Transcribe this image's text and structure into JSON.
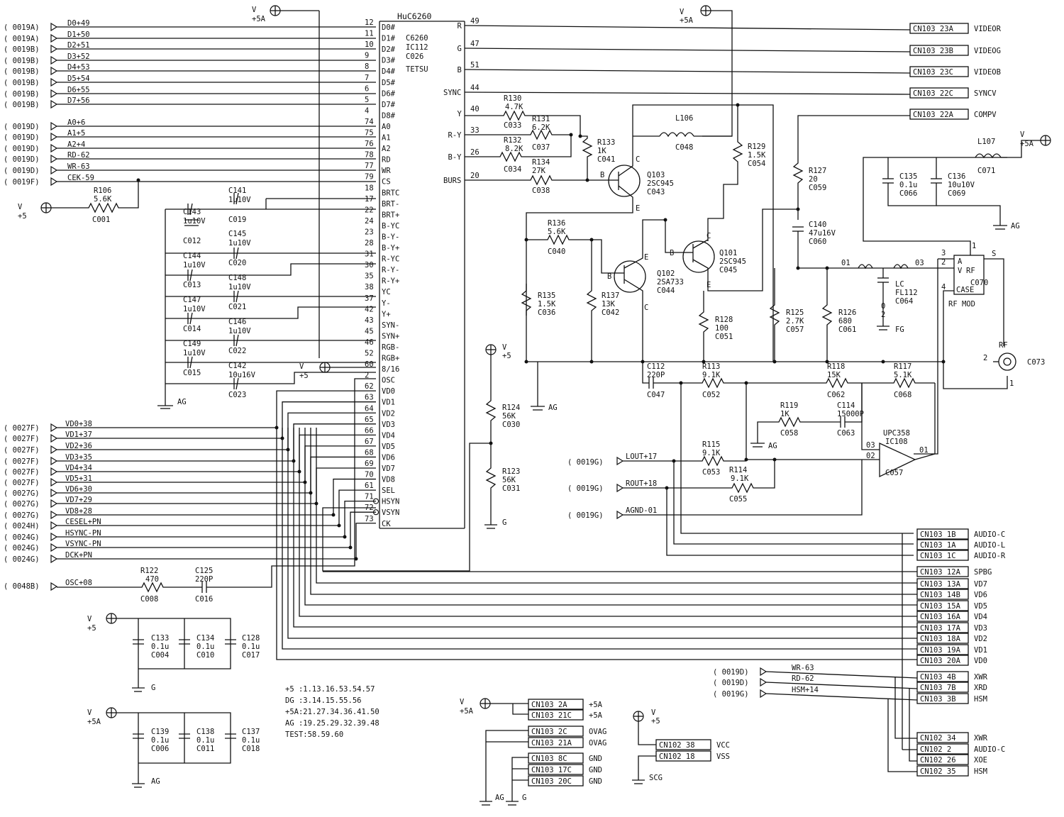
{
  "ic": {
    "title": "HuC6260",
    "names": [
      "C6260",
      "IC112",
      "C026"
    ],
    "tag": "TETSU",
    "left_pins": [
      {
        "num": "12",
        "name": "D0#"
      },
      {
        "num": "11",
        "name": "D1#"
      },
      {
        "num": "10",
        "name": "D2#"
      },
      {
        "num": "9",
        "name": "D3#"
      },
      {
        "num": "8",
        "name": "D4#"
      },
      {
        "num": "7",
        "name": "D5#"
      },
      {
        "num": "6",
        "name": "D6#"
      },
      {
        "num": "5",
        "name": "D7#"
      },
      {
        "num": "4",
        "name": "D8#"
      },
      {
        "num": "74",
        "name": "A0"
      },
      {
        "num": "75",
        "name": "A1"
      },
      {
        "num": "76",
        "name": "A2"
      },
      {
        "num": "78",
        "name": "RD"
      },
      {
        "num": "77",
        "name": "WR"
      },
      {
        "num": "79",
        "name": "CS"
      },
      {
        "num": "18",
        "name": "BRTC"
      },
      {
        "num": "17",
        "name": "BRT-"
      },
      {
        "num": "22",
        "name": "BRT+"
      },
      {
        "num": "24",
        "name": "B-YC"
      },
      {
        "num": "23",
        "name": "B-Y-"
      },
      {
        "num": "28",
        "name": "B-Y+"
      },
      {
        "num": "31",
        "name": "R-YC"
      },
      {
        "num": "30",
        "name": "R-Y-"
      },
      {
        "num": "35",
        "name": "R-Y+"
      },
      {
        "num": "38",
        "name": "YC"
      },
      {
        "num": "37",
        "name": "Y-"
      },
      {
        "num": "42",
        "name": "Y+"
      },
      {
        "num": "43",
        "name": "SYN-"
      },
      {
        "num": "45",
        "name": "SYN+"
      },
      {
        "num": "46",
        "name": "RGB-"
      },
      {
        "num": "52",
        "name": "RGB+"
      },
      {
        "num": "60",
        "name": "8/16"
      },
      {
        "num": "2",
        "name": "OSC"
      },
      {
        "num": "62",
        "name": "VD0"
      },
      {
        "num": "63",
        "name": "VD1"
      },
      {
        "num": "64",
        "name": "VD2"
      },
      {
        "num": "65",
        "name": "VD3"
      },
      {
        "num": "66",
        "name": "VD4"
      },
      {
        "num": "67",
        "name": "VD5"
      },
      {
        "num": "68",
        "name": "VD6"
      },
      {
        "num": "69",
        "name": "VD7"
      },
      {
        "num": "70",
        "name": "VD8"
      },
      {
        "num": "61",
        "name": "SEL"
      },
      {
        "num": "71",
        "name": "HSYN"
      },
      {
        "num": "72",
        "name": "VSYN"
      },
      {
        "num": "73",
        "name": "CK"
      }
    ],
    "right_pins": [
      {
        "num": "49",
        "name": "R"
      },
      {
        "num": "47",
        "name": "G"
      },
      {
        "num": "51",
        "name": "B"
      },
      {
        "num": "44",
        "name": "SYNC"
      },
      {
        "num": "40",
        "name": "Y"
      },
      {
        "num": "33",
        "name": "R-Y"
      },
      {
        "num": "26",
        "name": "B-Y"
      },
      {
        "num": "20",
        "name": "BURS"
      }
    ]
  },
  "input_nets": [
    {
      "ref": "( 0019A)",
      "name": "D0+49"
    },
    {
      "ref": "( 0019A)",
      "name": "D1+50"
    },
    {
      "ref": "( 0019B)",
      "name": "D2+51"
    },
    {
      "ref": "( 0019B)",
      "name": "D3+52"
    },
    {
      "ref": "( 0019B)",
      "name": "D4+53"
    },
    {
      "ref": "( 0019B)",
      "name": "D5+54"
    },
    {
      "ref": "( 0019B)",
      "name": "D6+55"
    },
    {
      "ref": "( 0019B)",
      "name": "D7+56"
    },
    {
      "ref": "( 0019D)",
      "name": "A0+6"
    },
    {
      "ref": "( 0019D)",
      "name": "A1+5"
    },
    {
      "ref": "( 0019D)",
      "name": "A2+4"
    },
    {
      "ref": "( 0019D)",
      "name": "RD-62"
    },
    {
      "ref": "( 0019D)",
      "name": "WR-63"
    },
    {
      "ref": "( 0019F)",
      "name": "CEK-59"
    }
  ],
  "vd_nets": [
    {
      "ref": "( 0027F)",
      "name": "VD0+38"
    },
    {
      "ref": "( 0027F)",
      "name": "VD1+37"
    },
    {
      "ref": "( 0027F)",
      "name": "VD2+36"
    },
    {
      "ref": "( 0027F)",
      "name": "VD3+35"
    },
    {
      "ref": "( 0027F)",
      "name": "VD4+34"
    },
    {
      "ref": "( 0027F)",
      "name": "VD5+31"
    },
    {
      "ref": "( 0027G)",
      "name": "VD6+30"
    },
    {
      "ref": "( 0027G)",
      "name": "VD7+29"
    },
    {
      "ref": "( 0027G)",
      "name": "VD8+28"
    },
    {
      "ref": "( 0024H)",
      "name": "CESEL+PN"
    },
    {
      "ref": "( 0024G)",
      "name": "HSYNC-PN"
    },
    {
      "ref": "( 0024G)",
      "name": "VSYNC-PN"
    },
    {
      "ref": "( 0024G)",
      "name": "DCK+PN"
    }
  ],
  "osc_net": {
    "ref": "( 0048B)",
    "name": "OSC+08"
  },
  "audio_nets": [
    {
      "ref": "( 0019G)",
      "name": "LOUT+17"
    },
    {
      "ref": "( 0019G)",
      "name": "ROUT+18"
    },
    {
      "ref": "( 0019G)",
      "name": "AGND-01"
    }
  ],
  "bus_nets": [
    {
      "ref": "( 0019D)",
      "name": "WR-63"
    },
    {
      "ref": "( 0019D)",
      "name": "RD-62"
    },
    {
      "ref": "( 0019G)",
      "name": "HSM+14"
    }
  ],
  "video_out": [
    {
      "conn": "CN103 23A",
      "label": "VIDEOR"
    },
    {
      "conn": "CN103 23B",
      "label": "VIDEOG"
    },
    {
      "conn": "CN103 23C",
      "label": "VIDEOB"
    },
    {
      "conn": "CN103 22C",
      "label": "SYNCV"
    },
    {
      "conn": "CN103 22A",
      "label": "COMPV"
    }
  ],
  "audio_out": [
    {
      "conn": "CN103 1B",
      "label": "AUDIO-C"
    },
    {
      "conn": "CN103 1A",
      "label": "AUDIO-L"
    },
    {
      "conn": "CN103 1C",
      "label": "AUDIO-R"
    }
  ],
  "vd_out": [
    {
      "conn": "CN103 12A",
      "label": "SPBG"
    },
    {
      "conn": "CN103 13A",
      "label": "VD7"
    },
    {
      "conn": "CN103 14B",
      "label": "VD6"
    },
    {
      "conn": "CN103 15A",
      "label": "VD5"
    },
    {
      "conn": "CN103 16A",
      "label": "VD4"
    },
    {
      "conn": "CN103 17A",
      "label": "VD3"
    },
    {
      "conn": "CN103 18A",
      "label": "VD2"
    },
    {
      "conn": "CN103 19A",
      "label": "VD1"
    },
    {
      "conn": "CN103 20A",
      "label": "VD0"
    }
  ],
  "bus_out": [
    {
      "conn": "CN103 4B",
      "label": "XWR"
    },
    {
      "conn": "CN103 7B",
      "label": "XRD"
    },
    {
      "conn": "CN103 3B",
      "label": "HSM"
    }
  ],
  "cn102_out": [
    {
      "conn": "CN102 34",
      "label": "XWR"
    },
    {
      "conn": "CN102 2",
      "label": "AUDIO-C"
    },
    {
      "conn": "CN102 26",
      "label": "XOE"
    },
    {
      "conn": "CN102 35",
      "label": "HSM"
    }
  ],
  "left_caps": [
    {
      "ref": "C141",
      "val": "1u10V",
      "code": "C019"
    },
    {
      "ref": "C143",
      "val": "1u10V",
      "code": "C012"
    },
    {
      "ref": "C145",
      "val": "1u10V",
      "code": "C020"
    },
    {
      "ref": "C144",
      "val": "1u10V",
      "code": "C013"
    },
    {
      "ref": "C148",
      "val": "1u10V",
      "code": "C021"
    },
    {
      "ref": "C147",
      "val": "1u10V",
      "code": "C014"
    },
    {
      "ref": "C146",
      "val": "1u10V",
      "code": "C022"
    },
    {
      "ref": "C149",
      "val": "1u10V",
      "code": "C015"
    },
    {
      "ref": "C142",
      "val": "10u16V",
      "code": "C023"
    }
  ],
  "parts": {
    "r106": {
      "ref": "R106",
      "val": "5.6K",
      "code": "C001"
    },
    "r130": {
      "ref": "R130",
      "val": "4.7K",
      "code": "C033"
    },
    "r131": {
      "ref": "R131",
      "val": "6.2K",
      "code": "C037"
    },
    "r132": {
      "ref": "R132",
      "val": "8.2K",
      "code": "C034"
    },
    "r134": {
      "ref": "R134",
      "val": "27K",
      "code": "C038"
    },
    "r133": {
      "ref": "R133",
      "val": "1K",
      "code": "C041"
    },
    "l106": {
      "ref": "L106",
      "code": "C048"
    },
    "r129": {
      "ref": "R129",
      "val": "1.5K",
      "code": "C054"
    },
    "r127": {
      "ref": "R127",
      "val": "20",
      "code": "C059"
    },
    "c140": {
      "ref": "C140",
      "val": "47u16V",
      "code": "C060"
    },
    "c135": {
      "ref": "C135",
      "val": "0.1u",
      "code": "C066"
    },
    "c136": {
      "ref": "C136",
      "val": "10u10V",
      "code": "C069"
    },
    "l107": {
      "ref": "L107",
      "code": "C071"
    },
    "q103": {
      "ref": "Q103",
      "type": "2SC945",
      "code": "C043"
    },
    "q102": {
      "ref": "Q102",
      "type": "2SA733",
      "code": "C044"
    },
    "q101": {
      "ref": "Q101",
      "type": "2SC945",
      "code": "C045"
    },
    "r136": {
      "ref": "R136",
      "val": "5.6K",
      "code": "C040"
    },
    "r135": {
      "ref": "R135",
      "val": "1.5K",
      "code": "C036"
    },
    "r137": {
      "ref": "R137",
      "val": "13K",
      "code": "C042"
    },
    "r128": {
      "ref": "R128",
      "val": "100",
      "code": "C051"
    },
    "r125": {
      "ref": "R125",
      "val": "2.7K",
      "code": "C057"
    },
    "r126": {
      "ref": "R126",
      "val": "680",
      "code": "C061"
    },
    "lc": {
      "ref": "LC",
      "type": "FL112",
      "code": "C064"
    },
    "rf": {
      "label": "RF",
      "code": "C070",
      "name": "RF MOD",
      "case": "CASE",
      "rfjack": "RF",
      "jackcode": "C073"
    },
    "c112": {
      "ref": "C112",
      "val": "220P",
      "code": "C047"
    },
    "r113": {
      "ref": "R113",
      "val": "9.1K",
      "code": "C052"
    },
    "r118": {
      "ref": "R118",
      "val": "15K",
      "code": "C062"
    },
    "r117": {
      "ref": "R117",
      "val": "5.1K",
      "code": "C068"
    },
    "r119": {
      "ref": "R119",
      "val": "1K",
      "code": "C058"
    },
    "c114": {
      "ref": "C114",
      "val": "15000P",
      "code": "C063"
    },
    "r115": {
      "ref": "R115",
      "val": "9.1K",
      "code": "C053"
    },
    "r114": {
      "ref": "R114",
      "val": "9.1K",
      "code": "C055"
    },
    "ic108": {
      "ref": "UPC358",
      "name": "IC108",
      "code": "C057"
    },
    "r124": {
      "ref": "R124",
      "val": "56K",
      "code": "C030"
    },
    "r123": {
      "ref": "R123",
      "val": "56K",
      "code": "C031"
    },
    "r122": {
      "ref": "R122",
      "val": "470",
      "code": "C008"
    },
    "c125": {
      "ref": "C125",
      "val": "220P",
      "code": "C016"
    },
    "c133": {
      "ref": "C133",
      "val": "0.1u",
      "code": "C004"
    },
    "c134": {
      "ref": "C134",
      "val": "0.1u",
      "code": "C010"
    },
    "c128": {
      "ref": "C128",
      "val": "0.1u",
      "code": "C017"
    },
    "c139": {
      "ref": "C139",
      "val": "0.1u",
      "code": "C006"
    },
    "c138": {
      "ref": "C138",
      "val": "0.1u",
      "code": "C011"
    },
    "c137": {
      "ref": "C137",
      "val": "0.1u",
      "code": "C018"
    }
  },
  "power": {
    "v": "V",
    "p5": "+5",
    "p5a": "+5A",
    "ag": "AG",
    "g": "G",
    "fg": "FG",
    "scg": "SCG",
    "fl": "0",
    "fl2": "2"
  },
  "pin_legend": [
    "+5 :1.13.16.53.54.57",
    "DG :3.14.15.55.56",
    "+5A:21.27.34.36.41.50",
    "AG :19.25.29.32.39.48",
    "TEST:58.59.60"
  ],
  "pwr_conn": [
    {
      "conn": "CN103 2A",
      "label": "+5A"
    },
    {
      "conn": "CN103 21C",
      "label": "+5A"
    },
    {
      "conn": "CN103 2C",
      "label": "OVAG"
    },
    {
      "conn": "CN103 21A",
      "label": "OVAG"
    },
    {
      "conn": "CN103 8C",
      "label": "GND"
    },
    {
      "conn": "CN103 17C",
      "label": "GND"
    },
    {
      "conn": "CN103 20C",
      "label": "GND"
    }
  ],
  "cn102_pwr": [
    {
      "conn": "CN102 38",
      "label": "VCC"
    },
    {
      "conn": "CN102 18",
      "label": "VSS"
    }
  ],
  "pins_misc": {
    "q_b": "B",
    "q_c": "C",
    "q_e": "E",
    "a": "A",
    "v": "V",
    "s": "S",
    "n1": "1",
    "n2": "2",
    "n3": "3",
    "n4": "4",
    "o1": "01",
    "o3": "03",
    "o2": "02"
  }
}
